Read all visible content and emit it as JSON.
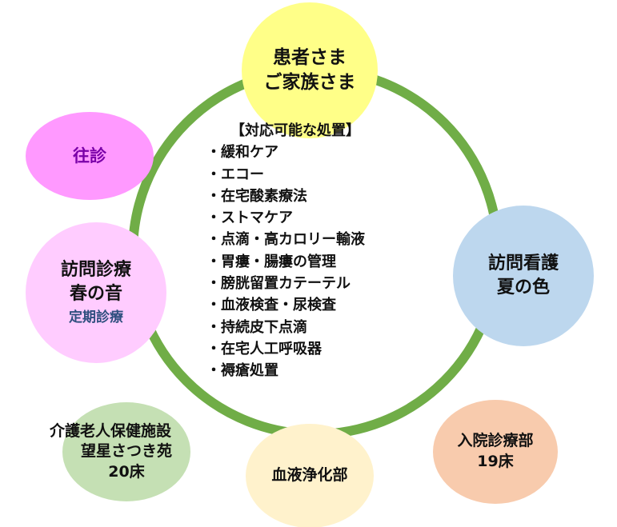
{
  "center_hub": {
    "line1": "患者さま",
    "line2": "ご家族さま"
  },
  "treatments": {
    "title": "【対応可能な処置】",
    "items": [
      "・緩和ケア",
      "・エコー",
      "・在宅酸素療法",
      "・ストマケア",
      "・点滴・高カロリー輸液",
      "・胃瘻・腸瘻の管理",
      "・膀胱留置カテーテル",
      "・血液検査・尿検査",
      "・持続皮下点滴",
      "・在宅人工呼吸器",
      "・褥瘡処置"
    ]
  },
  "nodes": {
    "oushin": {
      "label": "往診"
    },
    "houmon_shinryo": {
      "line1": "訪問診療",
      "line2": "春の音",
      "sub": "定期診療"
    },
    "houmon_kango": {
      "line1": "訪問看護",
      "line2": "夏の色"
    },
    "kaigo": {
      "line1": "介護老人保健施設",
      "line2": "望星さつき苑",
      "line3": "20床"
    },
    "ketsueki": {
      "label": "血液浄化部"
    },
    "nyuin": {
      "line1": "入院診療部",
      "line2": "19床"
    }
  },
  "colors": {
    "ring": "#70ad47",
    "hub": "#ffff88",
    "oushin": "#ff99ff",
    "houmon_shinryo": "#ffccff",
    "houmon_kango": "#bdd7ee",
    "kaigo": "#c5e0b4",
    "ketsueki": "#fff2cc",
    "nyuin": "#f8cbad"
  }
}
